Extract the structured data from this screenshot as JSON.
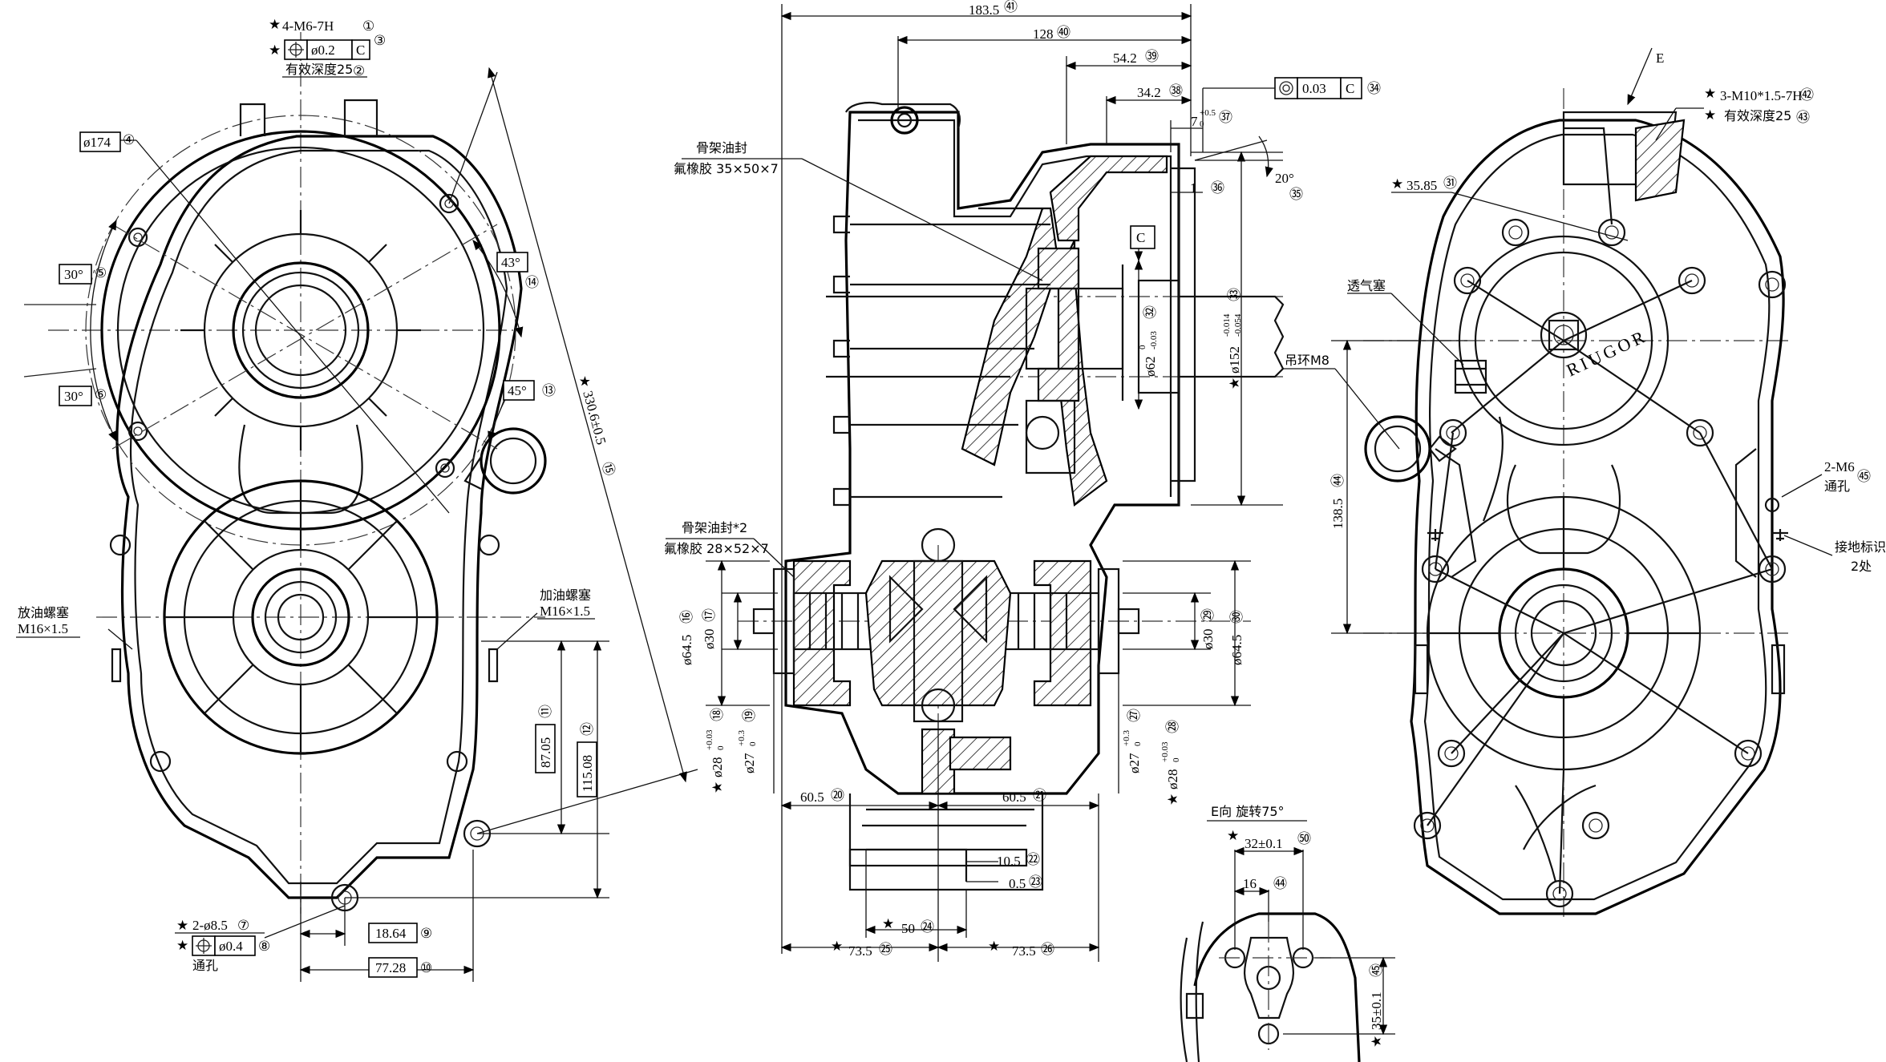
{
  "left_view": {
    "thread_spec": "4-M6-7H",
    "thread_ref": "①",
    "position_tol": "ø0.2",
    "datum_c": "C",
    "datum_ref": "③",
    "depth_note": "有效深度25",
    "depth_ref": "②",
    "dia_174": "ø174",
    "dia_174_ref": "④",
    "angle_30_a": "30°",
    "angle_30_a_ref": "⑤",
    "angle_30_b": "30°",
    "angle_30_b_ref": "⑥",
    "angle_43": "43°",
    "angle_43_ref": "⑭",
    "angle_45": "45°",
    "angle_45_ref": "⑬",
    "dist_330": "330.6±0.5",
    "dist_330_ref": "⑮",
    "drain_plug_1": "放油螺塞",
    "drain_plug_2": "M16×1.5",
    "fill_plug_1": "加油螺塞",
    "fill_plug_2": "M16×1.5",
    "dim_8705": "87.05",
    "dim_8705_ref": "⑪",
    "dim_11508": "115.08",
    "dim_11508_ref": "⑫",
    "hole_spec": "2-ø8.5",
    "hole_ref": "⑦",
    "hole_tol": "ø0.4",
    "hole_tol_ref": "⑧",
    "through": "通孔",
    "dim_1864": "18.64",
    "dim_1864_ref": "⑨",
    "dim_7728": "77.28",
    "dim_7728_ref": "⑩"
  },
  "mid_view": {
    "d_1835": "183.5",
    "d_1835_ref": "㊶",
    "d_128": "128",
    "d_128_ref": "㊵",
    "d_542": "54.2",
    "d_542_ref": "㊴",
    "d_342": "34.2",
    "d_342_ref": "㊳",
    "d_7": "7",
    "d_7_tol": "+0.5",
    "d_7_tol2": "0",
    "d_7_ref": "㊲",
    "runout": "0.03",
    "runout_ref": "㉞",
    "datum_c": "C",
    "d_1": "1",
    "d_1_ref": "㊱",
    "angle_20": "20°",
    "angle_20_ref": "㉟",
    "seal_top_1": "骨架油封",
    "seal_top_2": "氟橡胶 35×50×7",
    "seal_bot_1": "骨架油封*2",
    "seal_bot_2": "氟橡胶 28×52×7",
    "d_62": "ø62",
    "d_62_tol": "0",
    "d_62_tol2": "-0.03",
    "d_62_ref": "㉜",
    "d_152": "ø152",
    "d_152_tol": "-0.014",
    "d_152_tol2": "-0.054",
    "d_152_ref": "㉝",
    "d_645_l": "ø64.5",
    "d_645_l_ref": "⑯",
    "d_30_l": "ø30",
    "d_30_l_ref": "⑰",
    "d_28_l": "ø28",
    "d_28_l_tol": "+0.03",
    "d_28_l_ref": "⑱",
    "d_27_l": "ø27",
    "d_27_l_tol": "+0.3",
    "d_27_l_ref": "⑲",
    "d_30_r": "ø30",
    "d_30_r_ref": "㉙",
    "d_645_r": "ø64.5",
    "d_645_r_ref": "㉚",
    "d_27_r": "ø27",
    "d_27_r_tol": "+0.3",
    "d_27_r_ref": "㉗",
    "d_28_r": "ø28",
    "d_28_r_tol": "+0.03",
    "d_28_r_ref": "㉘",
    "tol_zero": "0",
    "d_605_l": "60.5",
    "d_605_l_ref": "⑳",
    "d_605_r": "60.5",
    "d_605_r_ref": "㉑",
    "d_105": "10.5",
    "d_105_ref": "㉒",
    "d_05": "0.5",
    "d_05_ref": "㉓",
    "d_50": "50",
    "d_50_ref": "㉔",
    "d_735_l": "73.5",
    "d_735_l_ref": "㉕",
    "d_735_r": "73.5",
    "d_735_r_ref": "㉖"
  },
  "right_view": {
    "view_e": "E",
    "thread_spec": "3-M10*1.5-7H",
    "thread_ref": "㊷",
    "depth_note": "有效深度25",
    "depth_ref": "㊸",
    "d_3585": "35.85",
    "d_3585_ref": "㉛",
    "breather": "透气塞",
    "lifting_ring": "吊环M8",
    "d_1385": "138.5",
    "d_1385_ref": "㊹",
    "hole_spec": "2-M6",
    "hole_spec_2": "通孔",
    "hole_ref": "㊺",
    "ground_1": "接地标识",
    "ground_2": "2处",
    "logo_text": "RIUGOR"
  },
  "detail_view": {
    "title": "E向 旋转75°",
    "d_32": "32±0.1",
    "d_32_ref": "㊿",
    "d_16": "16",
    "d_16_ref": "㊹",
    "d_35": "35±0.1",
    "d_35_ref": "㊺"
  }
}
